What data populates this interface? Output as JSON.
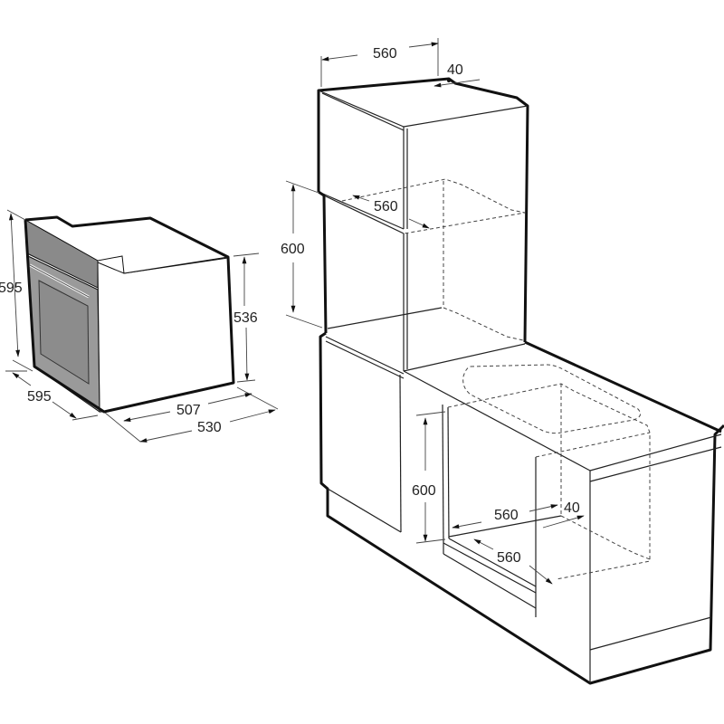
{
  "oven": {
    "height_label": "595",
    "width_label": "595",
    "body_depth_label": "507",
    "total_depth_label": "530",
    "body_height_label": "536",
    "colors": {
      "front_panel": "#8a8a8a",
      "door": "#9a9a9a",
      "outline": "#111111"
    }
  },
  "tall_cabinet": {
    "width_label": "560",
    "rear_gap_label": "40",
    "niche_depth_label": "560",
    "niche_height_label": "600"
  },
  "base_cabinet": {
    "niche_height_label": "600",
    "niche_width_label": "560",
    "rear_gap_label": "40",
    "niche_depth_label": "560"
  }
}
